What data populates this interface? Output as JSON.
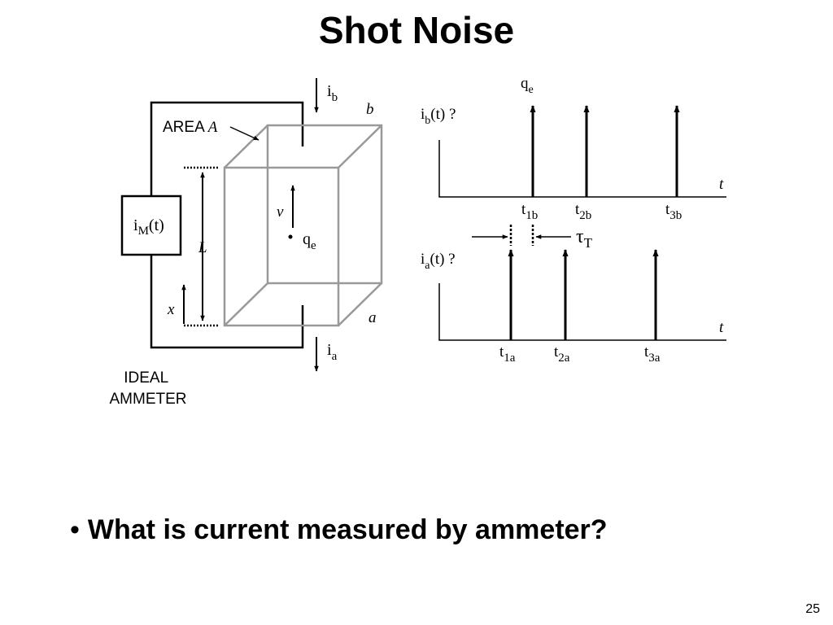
{
  "slide": {
    "title": "Shot Noise",
    "bullet": "What is current measured by ammeter?",
    "page_number": "25"
  },
  "circuit": {
    "ammeter_label": {
      "base": "i",
      "sub": "M",
      "suffix": "(t)"
    },
    "area_label": "AREA",
    "area_symbol": "A",
    "ideal_ammeter": [
      "IDEAL",
      "AMMETER"
    ],
    "length_symbol": "L",
    "position_symbol": "x",
    "velocity_symbol": "v",
    "charge": {
      "base": "q",
      "sub": "e"
    },
    "current_b": {
      "base": "i",
      "sub": "b"
    },
    "current_a": {
      "base": "i",
      "sub": "a"
    },
    "corner_b": "b",
    "corner_a": "a"
  },
  "plots": {
    "top": {
      "ylabel": {
        "base": "i",
        "sub": "b",
        "suffix": "(t) ?"
      },
      "xlabel": "t",
      "peak_label": {
        "base": "q",
        "sub": "e"
      },
      "impulses": [
        {
          "base": "t",
          "sub": "1b"
        },
        {
          "base": "t",
          "sub": "2b"
        },
        {
          "base": "t",
          "sub": "3b"
        }
      ]
    },
    "transit": {
      "base": "τ",
      "sub": "T"
    },
    "bottom": {
      "ylabel": {
        "base": "i",
        "sub": "a",
        "suffix": "(t) ?"
      },
      "xlabel": "t",
      "impulses": [
        {
          "base": "t",
          "sub": "1a"
        },
        {
          "base": "t",
          "sub": "2a"
        },
        {
          "base": "t",
          "sub": "3a"
        }
      ]
    }
  },
  "colors": {
    "line": "#000000",
    "box": "#999999",
    "background": "#ffffff"
  }
}
